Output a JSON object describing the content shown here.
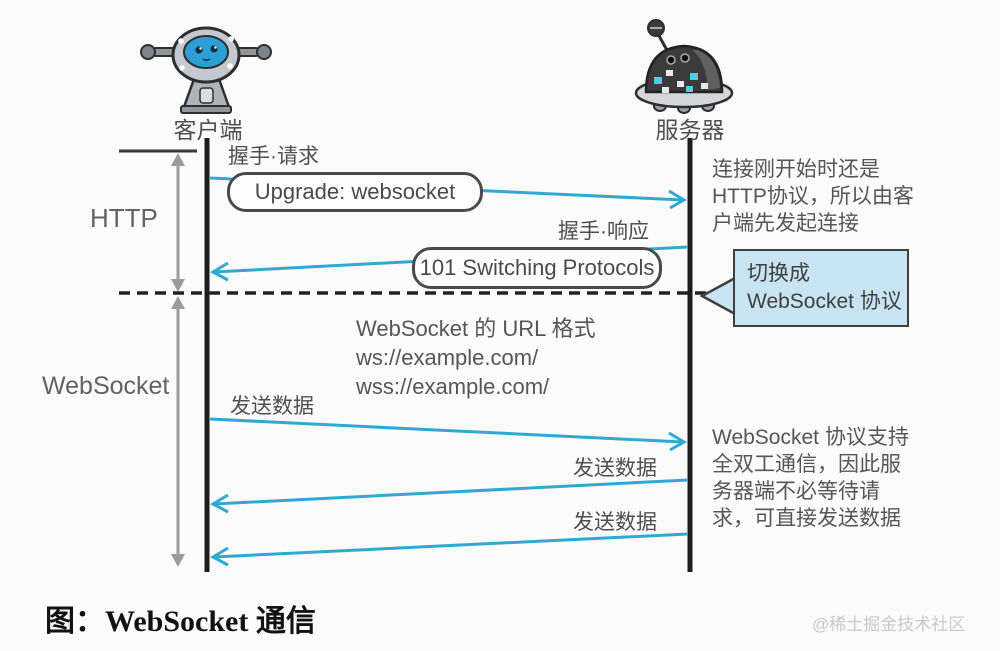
{
  "figure": {
    "caption": "图：WebSocket 通信",
    "watermark": "@稀土掘金技术社区"
  },
  "actors": {
    "client": "客户端",
    "server": "服务器"
  },
  "phases": {
    "http": "HTTP",
    "websocket": "WebSocket"
  },
  "handshake": {
    "request_label": "握手·请求",
    "request_message": "Upgrade: websocket",
    "response_label": "握手·响应",
    "response_message": "101 Switching Protocols"
  },
  "notes": {
    "http_start": "连接刚开始时还是HTTP协议，所以由客户端先发起连接",
    "switch_line1": "切换成",
    "switch_line2": "WebSocket 协议",
    "url_title": "WebSocket 的 URL 格式",
    "url_ws": "ws://example.com/",
    "url_wss": "wss://example.com/",
    "full_duplex": "WebSocket 协议支持全双工通信，因此服务器端不必等待请求，可直接发送数据"
  },
  "data_transfer": {
    "labels": [
      "发送数据",
      "发送数据",
      "发送数据"
    ]
  },
  "icons": {
    "client_robot": "client-robot-icon",
    "server_robot": "server-robot-icon"
  },
  "colors": {
    "arrow_cyan": "#2fa9d2",
    "lifeline_black": "#1c1c1c",
    "phase_arrow_gray": "#9b9b9b",
    "bubble_fill": "#c8e4f2",
    "text_gray": "#4f4f4f"
  }
}
